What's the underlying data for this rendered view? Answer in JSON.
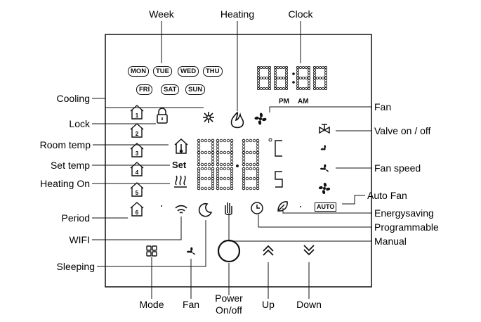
{
  "labels": {
    "week": "Week",
    "heating": "Heating",
    "clock": "Clock",
    "cooling": "Cooling",
    "fan_top": "Fan",
    "lock": "Lock",
    "valve": "Valve on / off",
    "room_temp": "Room temp",
    "set_temp": "Set temp",
    "fan_speed": "Fan speed",
    "heating_on": "Heating On",
    "auto_fan": "Auto Fan",
    "energysaving": "Energysaving",
    "period": "Period",
    "programmable": "Programmable",
    "wifi": "WIFI",
    "manual": "Manual",
    "sleeping": "Sleeping",
    "mode": "Mode",
    "fan_bottom": "Fan",
    "power_line1": "Power",
    "power_line2": "On/off",
    "up": "Up",
    "down": "Down"
  },
  "display": {
    "days": [
      "MON",
      "TUE",
      "WED",
      "THU",
      "FRI",
      "SAT",
      "SUN"
    ],
    "pm": "PM",
    "am": "AM",
    "set": "Set",
    "auto": "AUTO",
    "period_nums": [
      "1",
      "2",
      "3",
      "4",
      "5",
      "6"
    ]
  },
  "icons": {
    "cooling": "snowflake-icon",
    "heating": "flame-icon",
    "fan": "fan-icon",
    "lock": "lock-icon",
    "valve": "valve-icon",
    "room": "thermometer-house-icon",
    "heating_on": "heat-waves-icon",
    "wifi": "wifi-icon",
    "sleep": "moon-icon",
    "manual": "hand-icon",
    "program": "clock-icon",
    "eco": "leaf-icon",
    "mode": "grid-icon",
    "power": "power-button-icon",
    "up": "chevron-up-icon",
    "down": "chevron-down-icon"
  }
}
